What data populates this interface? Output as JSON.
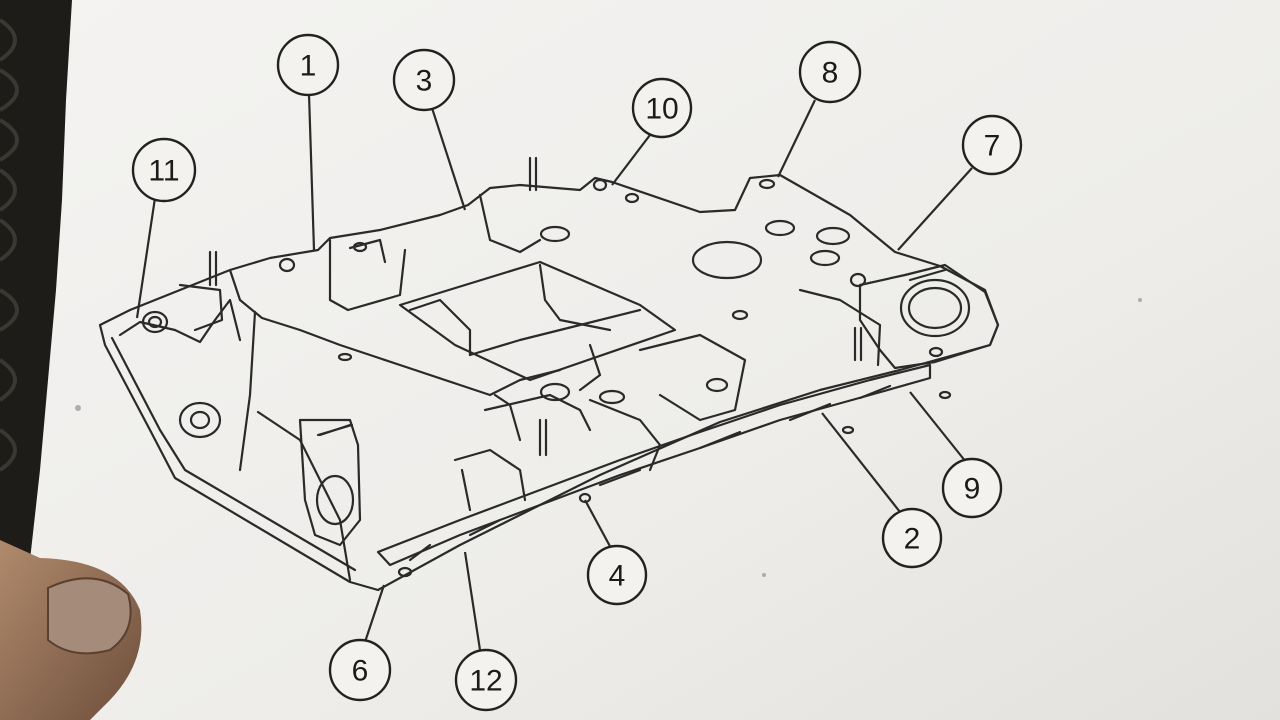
{
  "diagram": {
    "callouts": [
      {
        "id": "c1",
        "label": "1"
      },
      {
        "id": "c3",
        "label": "3"
      },
      {
        "id": "c10",
        "label": "10"
      },
      {
        "id": "c8",
        "label": "8"
      },
      {
        "id": "c7",
        "label": "7"
      },
      {
        "id": "c11",
        "label": "11"
      },
      {
        "id": "c9",
        "label": "9"
      },
      {
        "id": "c2",
        "label": "2"
      },
      {
        "id": "c4",
        "label": "4"
      },
      {
        "id": "c6",
        "label": "6"
      },
      {
        "id": "c12",
        "label": "12"
      }
    ]
  },
  "colors": {
    "paper": "#f1f0ee",
    "ink": "#2a2a2a",
    "background": "#1e1c18",
    "skin": "#9a7860"
  }
}
